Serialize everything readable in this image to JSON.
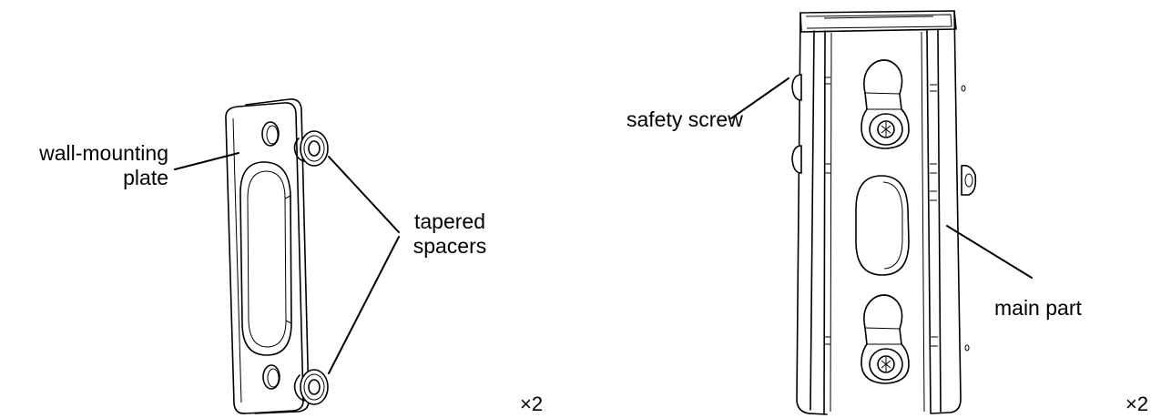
{
  "labels": {
    "wall_mounting_plate_line1": "wall-mounting",
    "wall_mounting_plate_line2": "plate",
    "tapered_spacers_line1": "tapered",
    "tapered_spacers_line2": "spacers",
    "safety_screw": "safety screw",
    "main_part": "main part"
  },
  "quantities": {
    "plate_assembly": "×2",
    "main_part_assembly": "×2"
  }
}
